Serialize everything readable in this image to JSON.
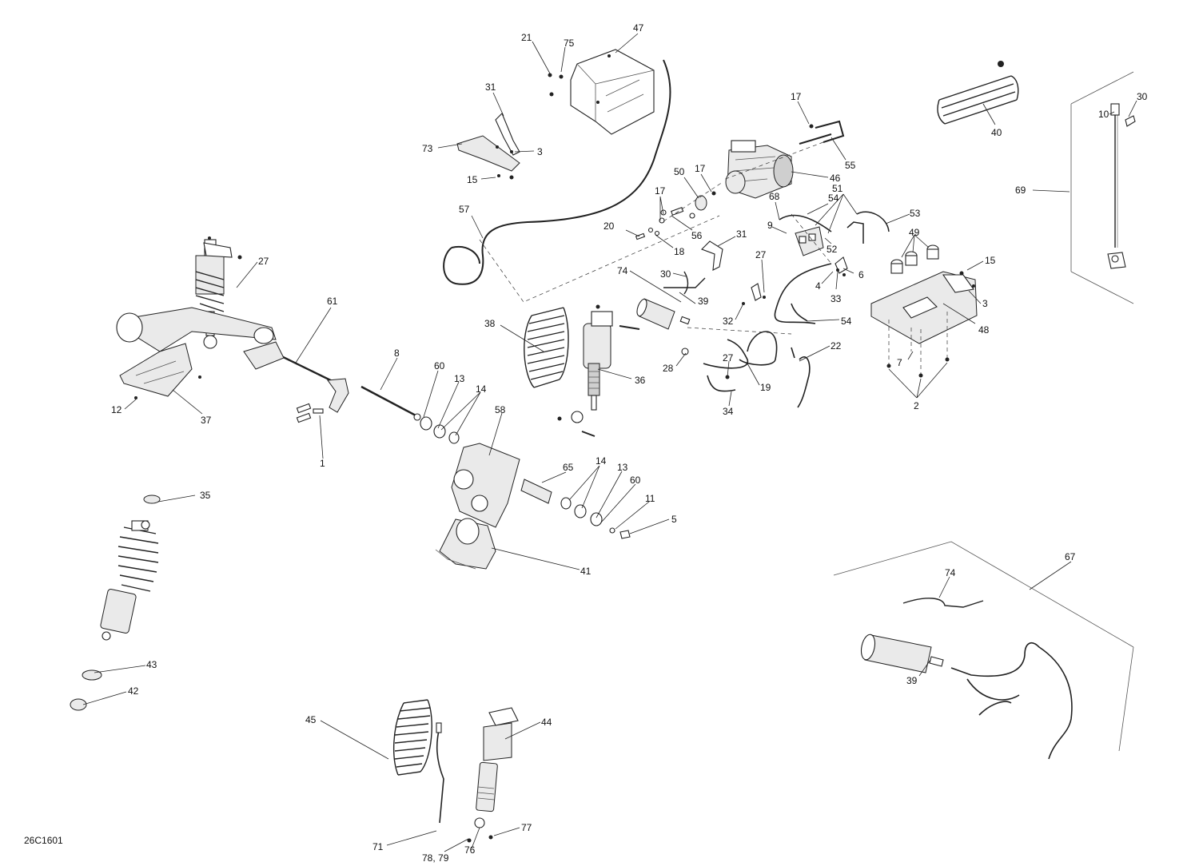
{
  "diagram": {
    "reference_code": "26C1601",
    "callouts": [
      {
        "id": "c21",
        "label": "21"
      },
      {
        "id": "c75",
        "label": "75"
      },
      {
        "id": "c47",
        "label": "47"
      },
      {
        "id": "c31a",
        "label": "31"
      },
      {
        "id": "c73",
        "label": "73"
      },
      {
        "id": "c3a",
        "label": "3"
      },
      {
        "id": "c15a",
        "label": "15"
      },
      {
        "id": "c17a",
        "label": "17"
      },
      {
        "id": "c55",
        "label": "55"
      },
      {
        "id": "c46",
        "label": "46"
      },
      {
        "id": "c50",
        "label": "50"
      },
      {
        "id": "c17b",
        "label": "17"
      },
      {
        "id": "c17c",
        "label": "17"
      },
      {
        "id": "c68",
        "label": "68"
      },
      {
        "id": "c54a",
        "label": "54"
      },
      {
        "id": "c51",
        "label": "51"
      },
      {
        "id": "c53",
        "label": "53"
      },
      {
        "id": "c9",
        "label": "9"
      },
      {
        "id": "c57",
        "label": "57"
      },
      {
        "id": "c20",
        "label": "20"
      },
      {
        "id": "c56",
        "label": "56"
      },
      {
        "id": "c18",
        "label": "18"
      },
      {
        "id": "c31b",
        "label": "31"
      },
      {
        "id": "c52",
        "label": "52"
      },
      {
        "id": "c49",
        "label": "49"
      },
      {
        "id": "c15b",
        "label": "15"
      },
      {
        "id": "c27a",
        "label": "27"
      },
      {
        "id": "c4",
        "label": "4"
      },
      {
        "id": "c6",
        "label": "6"
      },
      {
        "id": "c33",
        "label": "33"
      },
      {
        "id": "c3b",
        "label": "3"
      },
      {
        "id": "c48",
        "label": "48"
      },
      {
        "id": "c74a",
        "label": "74"
      },
      {
        "id": "c30a",
        "label": "30"
      },
      {
        "id": "c39a",
        "label": "39"
      },
      {
        "id": "c32",
        "label": "32"
      },
      {
        "id": "c54b",
        "label": "54"
      },
      {
        "id": "c27b",
        "label": "27"
      },
      {
        "id": "c61",
        "label": "61"
      },
      {
        "id": "c38",
        "label": "38"
      },
      {
        "id": "c36",
        "label": "36"
      },
      {
        "id": "c27c",
        "label": "27"
      },
      {
        "id": "c28",
        "label": "28"
      },
      {
        "id": "c19",
        "label": "19"
      },
      {
        "id": "c22",
        "label": "22"
      },
      {
        "id": "c7",
        "label": "7"
      },
      {
        "id": "c2",
        "label": "2"
      },
      {
        "id": "c34",
        "label": "34"
      },
      {
        "id": "c8",
        "label": "8"
      },
      {
        "id": "c60a",
        "label": "60"
      },
      {
        "id": "c13a",
        "label": "13"
      },
      {
        "id": "c14a",
        "label": "14"
      },
      {
        "id": "c12",
        "label": "12"
      },
      {
        "id": "c37",
        "label": "37"
      },
      {
        "id": "c1",
        "label": "1"
      },
      {
        "id": "c58",
        "label": "58"
      },
      {
        "id": "c65",
        "label": "65"
      },
      {
        "id": "c14b",
        "label": "14"
      },
      {
        "id": "c13b",
        "label": "13"
      },
      {
        "id": "c60b",
        "label": "60"
      },
      {
        "id": "c11",
        "label": "11"
      },
      {
        "id": "c5",
        "label": "5"
      },
      {
        "id": "c35",
        "label": "35"
      },
      {
        "id": "c41",
        "label": "41"
      },
      {
        "id": "c40",
        "label": "40"
      },
      {
        "id": "c10",
        "label": "10"
      },
      {
        "id": "c30b",
        "label": "30"
      },
      {
        "id": "c69",
        "label": "69"
      },
      {
        "id": "c67",
        "label": "67"
      },
      {
        "id": "c74b",
        "label": "74"
      },
      {
        "id": "c39b",
        "label": "39"
      },
      {
        "id": "c43",
        "label": "43"
      },
      {
        "id": "c42",
        "label": "42"
      },
      {
        "id": "c45",
        "label": "45"
      },
      {
        "id": "c44",
        "label": "44"
      },
      {
        "id": "c71",
        "label": "71"
      },
      {
        "id": "c77",
        "label": "77"
      },
      {
        "id": "c76",
        "label": "76"
      },
      {
        "id": "c7879",
        "label": "78, 79"
      }
    ]
  }
}
